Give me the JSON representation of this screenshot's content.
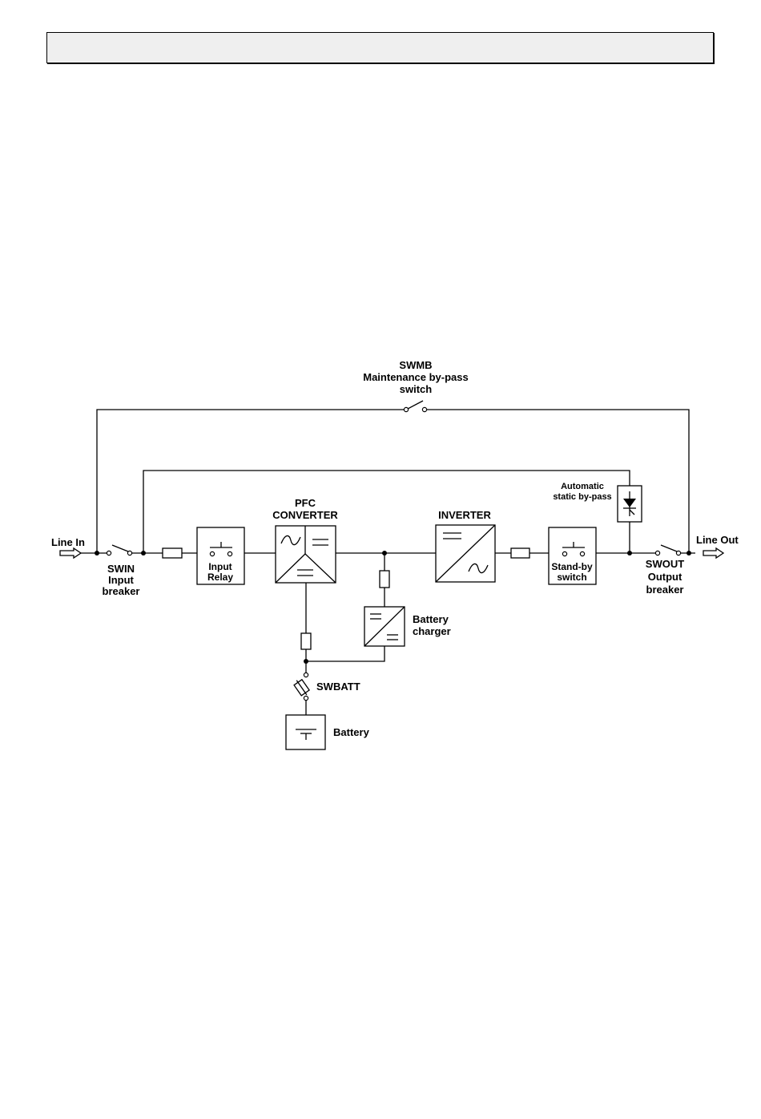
{
  "header": {
    "title": ""
  },
  "diagram": {
    "swmb": {
      "name": "SWMB",
      "line1": "Maintenance by-pass",
      "line2": "switch"
    },
    "line_in": "Line In",
    "line_out": "Line Out",
    "swin": {
      "name": "SWIN",
      "line1": "Input",
      "line2": "breaker"
    },
    "input_relay": {
      "line1": "Input",
      "line2": "Relay"
    },
    "pfc": {
      "line1": "PFC",
      "line2": "CONVERTER"
    },
    "inverter": "INVERTER",
    "static_bypass": {
      "line1": "Automatic",
      "line2": "static by-pass"
    },
    "standby": {
      "line1": "Stand-by",
      "line2": "switch"
    },
    "swout": {
      "name": "SWOUT",
      "line1": "Output",
      "line2": "breaker"
    },
    "charger": {
      "line1": "Battery",
      "line2": "charger"
    },
    "swbatt": "SWBATT",
    "battery": "Battery"
  }
}
